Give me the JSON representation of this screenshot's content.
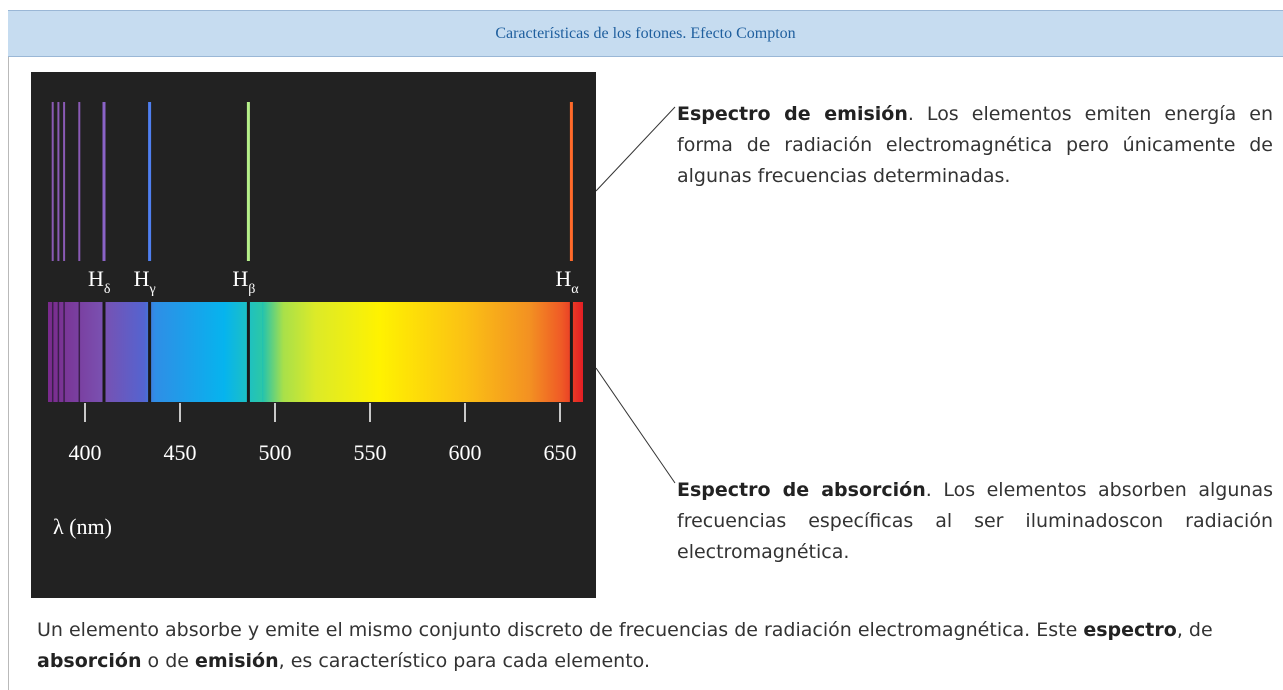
{
  "header": {
    "title": "Características de los fotones. Efecto Compton"
  },
  "figure": {
    "hydrogen_lines": [
      {
        "base": "H",
        "sub": "δ",
        "wavelength_nm": 410,
        "color": "#8a63c7"
      },
      {
        "base": "H",
        "sub": "γ",
        "wavelength_nm": 434,
        "color": "#4f7ff0"
      },
      {
        "base": "H",
        "sub": "β",
        "wavelength_nm": 486,
        "color": "#b6f08a"
      },
      {
        "base": "H",
        "sub": "α",
        "wavelength_nm": 656,
        "color": "#ff6a2a"
      }
    ],
    "extra_violet_lines_nm": [
      383,
      386,
      389,
      397
    ],
    "ticks": [
      "400",
      "450",
      "500",
      "550",
      "600",
      "650"
    ],
    "axis_label": "λ (nm)"
  },
  "captions": {
    "emission": {
      "bold": "Espectro de emisión",
      "rest": ". Los elementos emiten energía en forma de radiación electromagnética pero únicamente de algunas frecuencias determinadas."
    },
    "absorption": {
      "bold": "Espectro de absorción",
      "rest": ". Los elementos absorben algunas frecuencias específicas al ser iluminadoscon radiación electromagnética."
    }
  },
  "footer": {
    "p1": "Un elemento absorbe y emite el mismo conjunto discreto de frecuencias de radiación electromagnética. Este ",
    "b1": "espectro",
    "p2": ", de ",
    "b2": "absorción",
    "p3": " o de ",
    "b3": "emisión",
    "p4": ", es característico para cada elemento."
  }
}
